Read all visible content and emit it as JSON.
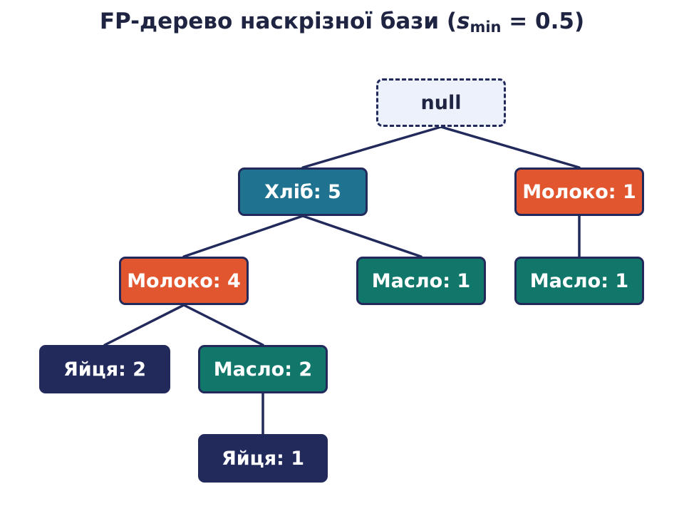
{
  "title": {
    "prefix": "FP-дерево наскрізної бази (",
    "symbol": "s",
    "subscript": "min",
    "suffix": " = 0.5)"
  },
  "colors": {
    "root_fill": "#edf1fb",
    "bread": "#1f7391",
    "milk": "#e2562f",
    "butter": "#12776b",
    "eggs": "#222a5c",
    "edge": "#222a5c"
  },
  "tree": {
    "root": {
      "label": "null"
    },
    "bread": {
      "label": "Хліб: 5"
    },
    "milk_a": {
      "label": "Молоко: 1"
    },
    "milk_b": {
      "label": "Молоко: 4"
    },
    "butter_a": {
      "label": "Масло: 1"
    },
    "butter_b": {
      "label": "Масло: 1"
    },
    "eggs_a": {
      "label": "Яйця: 2"
    },
    "butter_c": {
      "label": "Масло: 2"
    },
    "eggs_b": {
      "label": "Яйця: 1"
    }
  },
  "edges": [
    [
      "root",
      "bread"
    ],
    [
      "root",
      "milk_a"
    ],
    [
      "bread",
      "milk_b"
    ],
    [
      "bread",
      "butter_a"
    ],
    [
      "milk_a",
      "butter_b"
    ],
    [
      "milk_b",
      "eggs_a"
    ],
    [
      "milk_b",
      "butter_c"
    ],
    [
      "butter_c",
      "eggs_b"
    ]
  ]
}
